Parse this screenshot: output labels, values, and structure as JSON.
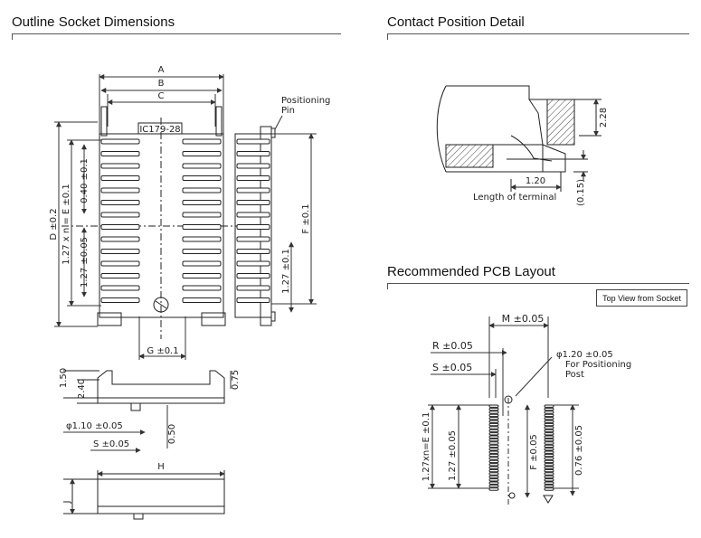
{
  "sections": {
    "outline": "Outline Socket Dimensions",
    "contact": "Contact Position Detail",
    "pcb": "Recommended PCB Layout"
  },
  "outline": {
    "dim_a": "A",
    "dim_b": "B",
    "dim_c": "C",
    "dim_d": "D ±0.2",
    "dim_e": "1.27 x n = E ±0.1",
    "dim_f": "F ±0.1",
    "dim_g": "G ±0.1",
    "dim_h": "H",
    "dim_j": "J",
    "pitch_left": "1.27 ±0.05",
    "pitch_right": "1.27 ±0.1",
    "offset_040": "0.40 ±0.1",
    "part_label": "IC179-28",
    "positioning_pin": "Positioning\nPin",
    "side_150": "1.50",
    "side_240": "2.40",
    "side_075": "0.75",
    "side_050": "0.50",
    "side_phi": "φ1.10 ±0.05",
    "side_s": "S ±0.05"
  },
  "contact": {
    "dim_228": "2.28",
    "dim_120": "1.20",
    "dim_015": "(0.15)",
    "length_label": "Length of terminal"
  },
  "pcb": {
    "top_view_label": "Top View from Socket",
    "dim_m": "M ±0.05",
    "dim_r": "R ±0.05",
    "dim_s": "S ±0.05",
    "dim_phi": "φ1.20 ±0.05",
    "for_positioning": "For Positioning\nPost",
    "dim_e": "1.27xn=E ±0.1",
    "dim_127": "1.27 ±0.05",
    "dim_f": "F ±0.05",
    "dim_076": "0.76 ±0.05"
  }
}
